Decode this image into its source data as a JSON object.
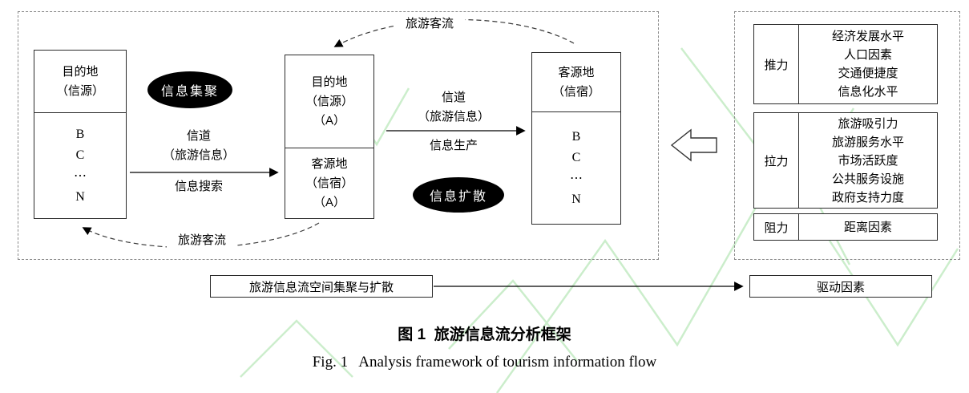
{
  "colors": {
    "ellipse_bg": "#000000",
    "ellipse_text": "#ffffff",
    "watermark_green": "#c6ecc6",
    "line": "#000000"
  },
  "diagram": {
    "source_box": {
      "title_line1": "目的地",
      "title_line2": "（信源）",
      "items": [
        "B",
        "C",
        "⋯",
        "N"
      ]
    },
    "aggregation_label": "信息集聚",
    "channel1": {
      "line1": "信道",
      "line2": "（旅游信息）",
      "below": "信息搜索"
    },
    "middle_box": {
      "top": {
        "line1": "目的地",
        "line2": "（信源）",
        "line3": "（A）"
      },
      "bottom": {
        "line1": "客源地",
        "line2": "（信宿）",
        "line3": "（A）"
      }
    },
    "channel2": {
      "line1": "信道",
      "line2": "（旅游信息）",
      "below": "信息生产"
    },
    "diffusion_label": "信息扩散",
    "sink_box": {
      "title_line1": "客源地",
      "title_line2": "（信宿）",
      "items": [
        "B",
        "C",
        "⋯",
        "N"
      ]
    },
    "tourist_flow_top": "旅游客流",
    "tourist_flow_bottom": "旅游客流",
    "drivers_panel": {
      "rows": [
        {
          "label": "推力",
          "items": [
            "经济发展水平",
            "人口因素",
            "交通便捷度",
            "信息化水平"
          ]
        },
        {
          "label": "拉力",
          "items": [
            "旅游吸引力",
            "旅游服务水平",
            "市场活跃度",
            "公共服务设施",
            "政府支持力度"
          ]
        },
        {
          "label": "阻力",
          "items": [
            "距离因素"
          ]
        }
      ]
    },
    "bottom_flow": {
      "left_label": "旅游信息流空间集聚与扩散",
      "right_label": "驱动因素"
    }
  },
  "caption": {
    "zh": "图 1  旅游信息流分析框架",
    "en": "Fig. 1   Analysis framework of tourism information flow"
  }
}
